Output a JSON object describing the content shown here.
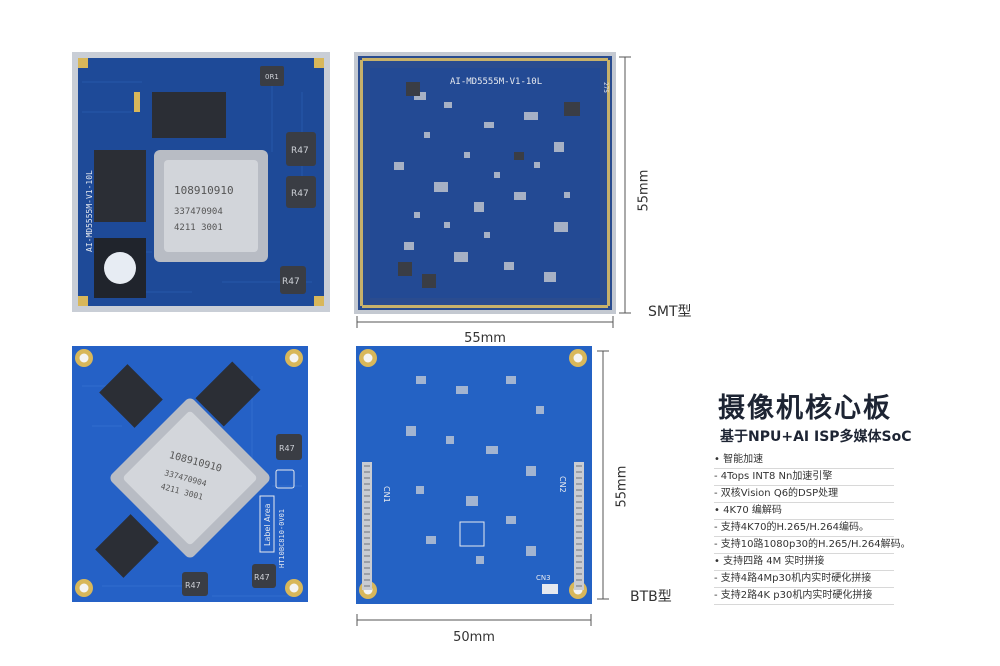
{
  "boards": {
    "smt_front": {
      "chip_lines": [
        "108910910",
        "337470904",
        "4211    3001"
      ],
      "edge_label": "AI-MD5555M-V1-10L",
      "inductor_labels": [
        "R47",
        "R47",
        "R47"
      ],
      "small_label": "0R1"
    },
    "smt_back": {
      "silk_label": "AI-MD5555M-V1-10L",
      "pin_label": "275"
    },
    "btb_front": {
      "chip_lines": [
        "108910910",
        "337470904",
        "4211    3001"
      ],
      "inductor_labels": [
        "R47",
        "R47",
        "R47"
      ],
      "label_area": "Label Area",
      "model_code": "HT10BC810-0V01"
    },
    "btb_back": {
      "connector_labels": [
        "CN1",
        "CN2",
        "CN3"
      ]
    }
  },
  "dimensions": {
    "smt_height": "55mm",
    "smt_width": "55mm",
    "btb_height": "55mm",
    "btb_width": "50mm"
  },
  "type_labels": {
    "smt": "SMT型",
    "btb": "BTB型"
  },
  "product": {
    "title": "摄像机核心板",
    "subtitle": "基于NPU+AI ISP多媒体SoC",
    "features": [
      "智能加速",
      "4Tops INT8 Nn加速引擎",
      "双核Vision Q6的DSP处理",
      "4K70 编解码",
      "支持4K70的H.265/H.264编码。",
      "支持10路1080p30的H.265/H.264解码。",
      "支持四路 4M 实时拼接",
      "支持4路4Mp30机内实时硬化拼接",
      "支持2路4K p30机内实时硬化拼接"
    ]
  },
  "colors": {
    "pcb_blue": "#1f4fa0",
    "pcb_dark": "#1a3f86",
    "pcb_bright": "#2462c4",
    "chip_silver": "#c9ccd2",
    "chip_dark": "#2b2e35"
  }
}
